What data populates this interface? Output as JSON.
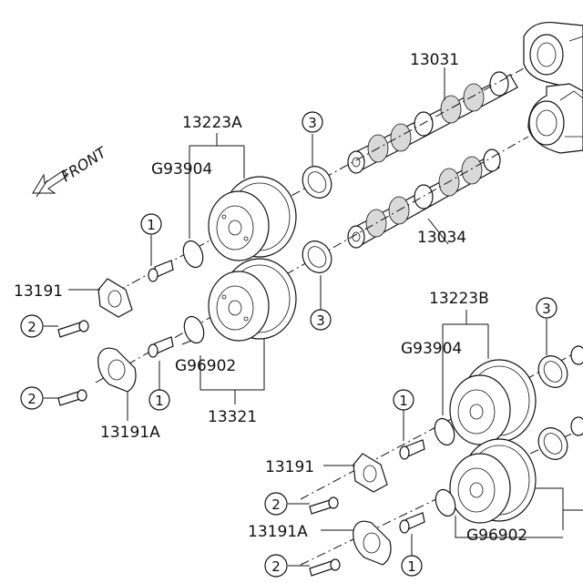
{
  "labels": {
    "front": "FRONT",
    "p13031": "13031",
    "p13034": "13034",
    "p13223a": "13223A",
    "p13223b": "13223B",
    "g93904_left": "G93904",
    "g93904_right": "G93904",
    "g96902_left": "G96902",
    "g96902_right": "G96902",
    "p13321": "13321",
    "p13191_left": "13191",
    "p13191a_left": "13191A",
    "p13191_right": "13191",
    "p13191a_right": "13191A"
  },
  "callouts": {
    "one": "1",
    "two": "2",
    "three": "3"
  }
}
